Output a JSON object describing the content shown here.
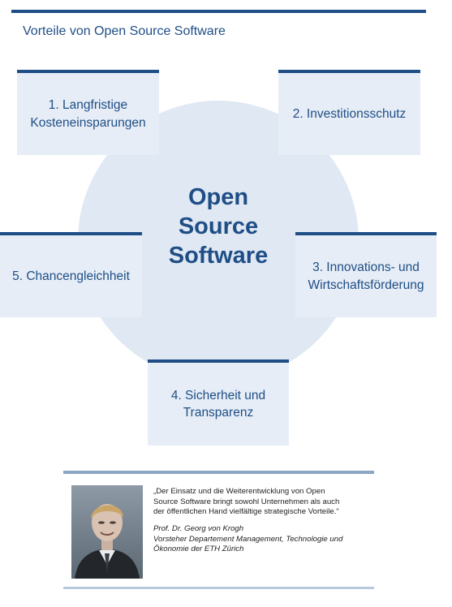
{
  "title": "Vorteile von Open Source Software",
  "center_label": "Open\nSource\nSoftware",
  "boxes": {
    "b1": "1. Langfristige\nKosteneinsparungen",
    "b2": "2. Investitionsschutz",
    "b3": "3. Innovations- und\nWirtschaftsförderung",
    "b4": "4. Sicherheit und\nTransparenz",
    "b5": "5. Chancengleichheit"
  },
  "quote": {
    "text": "„Der Einsatz und die Weiterentwicklung von Open\nSource Software bringt sowohl Unternehmen als auch\nder öffentlichen Hand vielfältige strategische Vorteile.“",
    "author": "Prof. Dr. Georg von Krogh\nVorsteher Departement Management, Technologie und\nÖkonomie der ETH Zürich"
  },
  "colors": {
    "accent": "#1f4e86",
    "box_fill": "#e6edf6",
    "circle_fill": "#dfe8f3",
    "quote_rule": "#8aa6c4"
  },
  "icons": {
    "portrait": "person-photo"
  }
}
